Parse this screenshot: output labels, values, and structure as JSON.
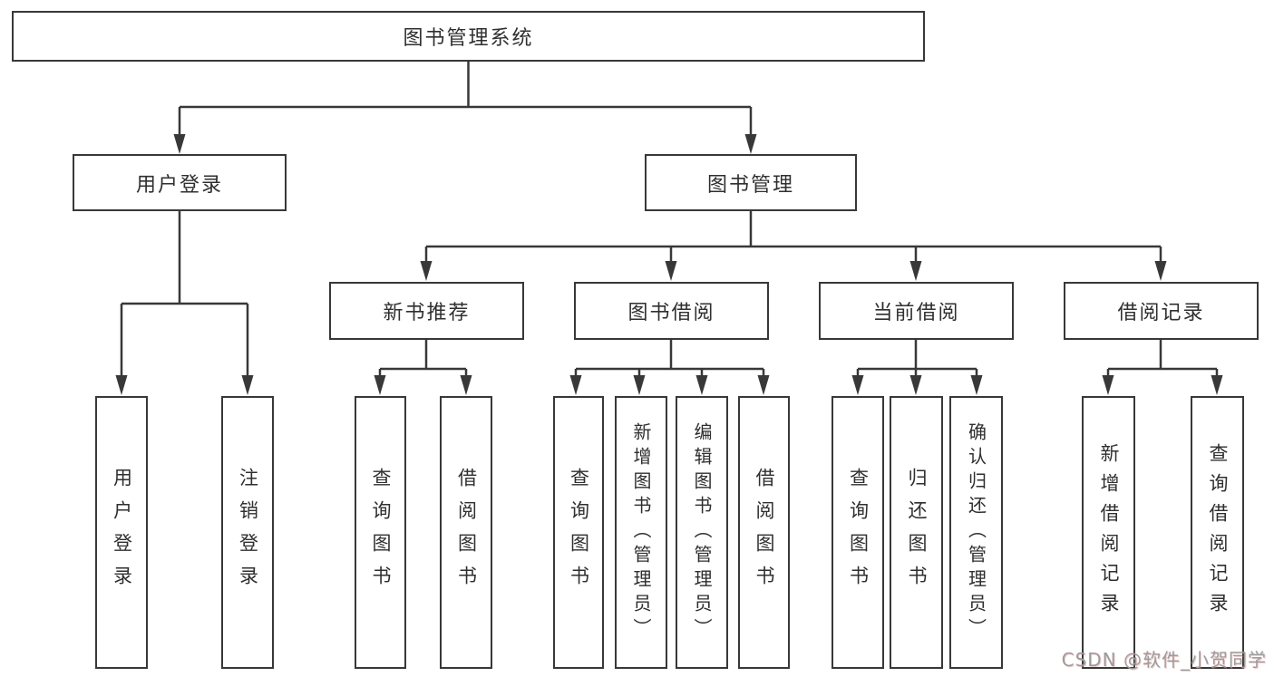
{
  "diagram_type": "hierarchy-tree",
  "tree": {
    "label": "图书管理系统",
    "children": [
      {
        "label": "用户登录",
        "children": [
          {
            "label": "用户登录"
          },
          {
            "label": "注销登录"
          }
        ]
      },
      {
        "label": "图书管理",
        "children": [
          {
            "label": "新书推荐",
            "children": [
              {
                "label": "查询图书"
              },
              {
                "label": "借阅图书"
              }
            ]
          },
          {
            "label": "图书借阅",
            "children": [
              {
                "label": "查询图书"
              },
              {
                "label": "新增图书（管理员）"
              },
              {
                "label": "编辑图书（管理员）"
              },
              {
                "label": "借阅图书"
              }
            ]
          },
          {
            "label": "当前借阅",
            "children": [
              {
                "label": "查询图书"
              },
              {
                "label": "归还图书"
              },
              {
                "label": "确认归还（管理员）"
              }
            ]
          },
          {
            "label": "借阅记录",
            "children": [
              {
                "label": "新增借阅记录"
              },
              {
                "label": "查询借阅记录"
              }
            ]
          }
        ]
      }
    ]
  },
  "watermark": {
    "text": "CSDN @软件_小贺同学"
  },
  "colors": {
    "line": "#383838",
    "text": "#2f2f2f",
    "background": "#ffffff",
    "watermark": "#9c9c9c"
  }
}
